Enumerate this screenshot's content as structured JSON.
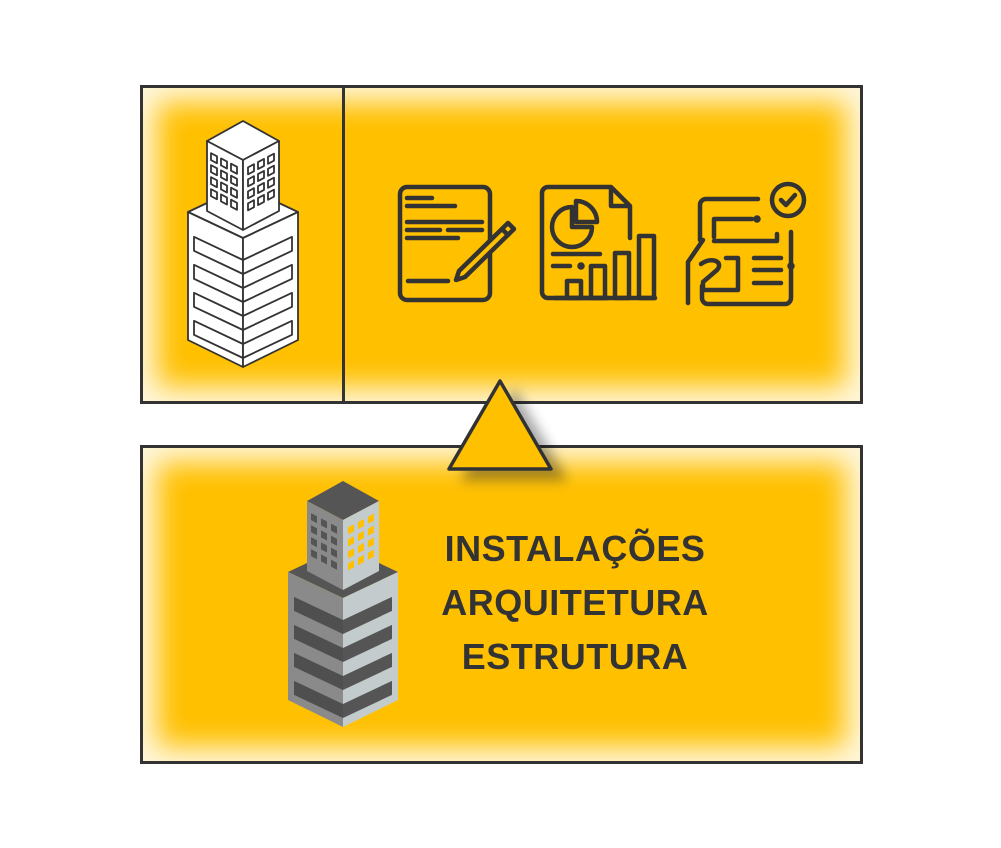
{
  "bottom_panel": {
    "labels": [
      "INSTALAÇÕES",
      "ARQUITETURA",
      "ESTRUTURA"
    ]
  },
  "icons": [
    "building-outline-icon",
    "document-pencil-icon",
    "report-chart-icon",
    "blueprint-approved-icon",
    "building-3d-icon"
  ],
  "colors": {
    "accent": "#FFC000",
    "line": "#333333"
  }
}
